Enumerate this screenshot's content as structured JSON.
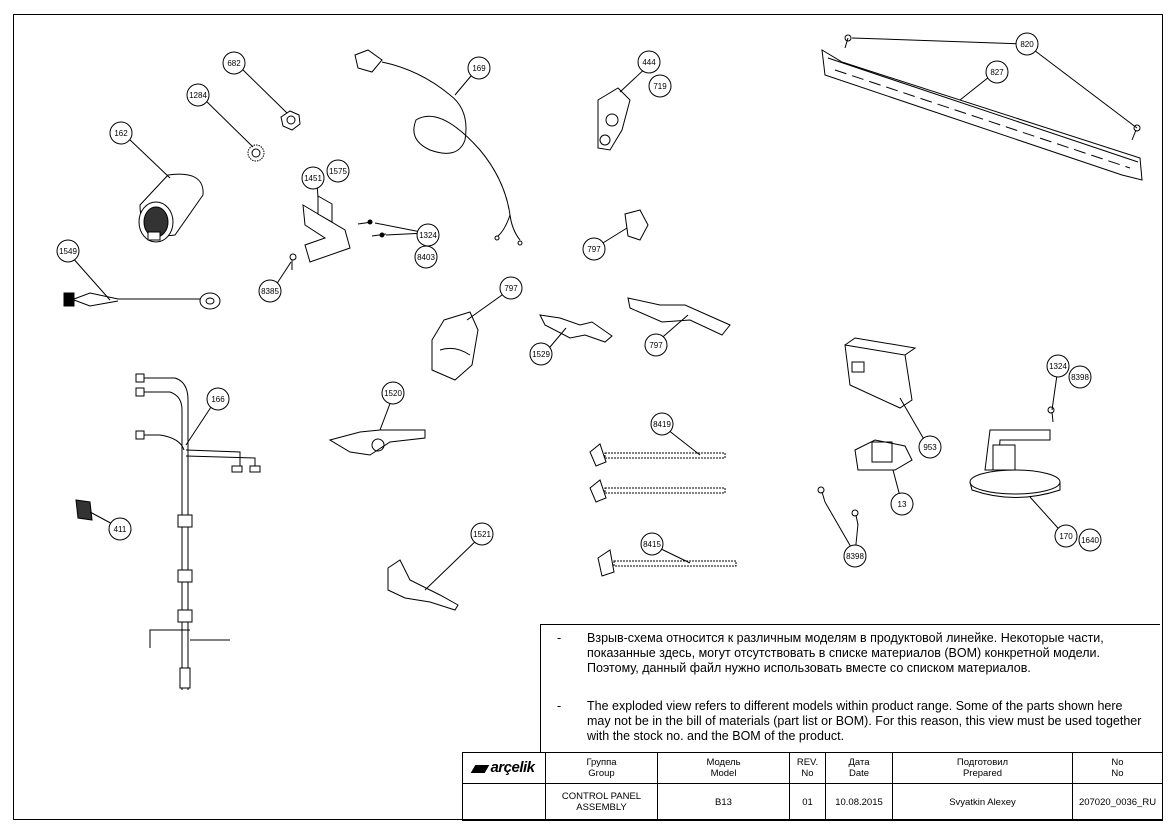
{
  "callouts": [
    {
      "id": "c682",
      "label": "682"
    },
    {
      "id": "c1284",
      "label": "1284"
    },
    {
      "id": "c162",
      "label": "162"
    },
    {
      "id": "c1549",
      "label": "1549"
    },
    {
      "id": "c1451",
      "label": "1451"
    },
    {
      "id": "c1575",
      "label": "1575"
    },
    {
      "id": "c1324a",
      "label": "1324"
    },
    {
      "id": "c8403",
      "label": "8403"
    },
    {
      "id": "c8385",
      "label": "8385"
    },
    {
      "id": "c169",
      "label": "169"
    },
    {
      "id": "c444",
      "label": "444"
    },
    {
      "id": "c719",
      "label": "719"
    },
    {
      "id": "c797a",
      "label": "797"
    },
    {
      "id": "c797b",
      "label": "797"
    },
    {
      "id": "c797c",
      "label": "797"
    },
    {
      "id": "c1529",
      "label": "1529"
    },
    {
      "id": "c820",
      "label": "820"
    },
    {
      "id": "c827",
      "label": "827"
    },
    {
      "id": "c166",
      "label": "166"
    },
    {
      "id": "c411",
      "label": "411"
    },
    {
      "id": "c1520",
      "label": "1520"
    },
    {
      "id": "c8419",
      "label": "8419"
    },
    {
      "id": "c8415",
      "label": "8415"
    },
    {
      "id": "c1521",
      "label": "1521"
    },
    {
      "id": "c953",
      "label": "953"
    },
    {
      "id": "c13",
      "label": "13"
    },
    {
      "id": "c8398a",
      "label": "8398"
    },
    {
      "id": "c1324b",
      "label": "1324"
    },
    {
      "id": "c8398b",
      "label": "8398"
    },
    {
      "id": "c170",
      "label": "170"
    },
    {
      "id": "c1640",
      "label": "1640"
    }
  ],
  "notes": {
    "bullet": "-",
    "ru": "Взрыв-схема относится к различным моделям в продуктовой линейке. Некоторые части, показанные здесь, могут отсутствовать в списке материалов (BOM) конкретной модели. Поэтому, данный файл нужно использовать вместе со списком материалов.",
    "en": "The exploded view refers to different models within product range. Some of the parts shown here may not be in the bill of materials (part list or BOM). For this reason, this view must be used together with the stock no. and the BOM of the product."
  },
  "title_block": {
    "logo": "arçelik",
    "headers": {
      "group_ru": "Группа",
      "group_en": "Group",
      "model_ru": "Модель",
      "model_en": "Model",
      "rev": "REV.",
      "rev_no": "No",
      "date_ru": "Дата",
      "date_en": "Date",
      "prepared_ru": "Подготовил",
      "prepared_en": "Prepared",
      "no_ru": "No",
      "no_en": "No"
    },
    "values": {
      "group_line1": "CONTROL PANEL",
      "group_line2": "ASSEMBLY",
      "model": "B13",
      "rev": "01",
      "date": "10.08.2015",
      "prepared": "Svyatkin Alexey",
      "number": "207020_0036_RU"
    }
  }
}
